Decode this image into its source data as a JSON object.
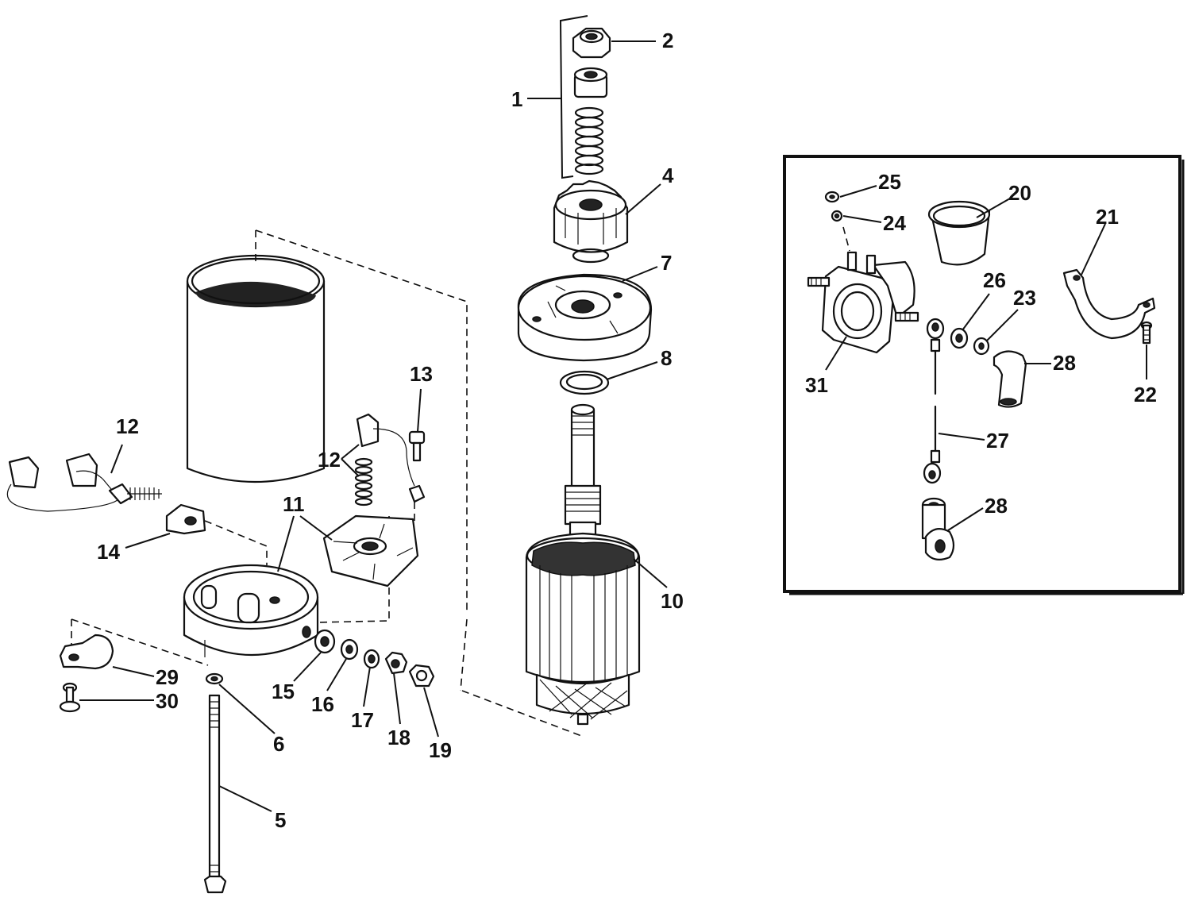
{
  "diagram": {
    "callouts": {
      "c1": "1",
      "c2": "2",
      "c4": "4",
      "c5": "5",
      "c6": "6",
      "c7": "7",
      "c8": "8",
      "c10": "10",
      "c11": "11",
      "c12a": "12",
      "c12b": "12",
      "c13": "13",
      "c14": "14",
      "c15": "15",
      "c16": "16",
      "c17": "17",
      "c18": "18",
      "c19": "19",
      "c20": "20",
      "c21": "21",
      "c22": "22",
      "c23": "23",
      "c24": "24",
      "c25": "25",
      "c26": "26",
      "c27": "27",
      "c28a": "28",
      "c28b": "28",
      "c29": "29",
      "c30": "30",
      "c31": "31"
    }
  }
}
